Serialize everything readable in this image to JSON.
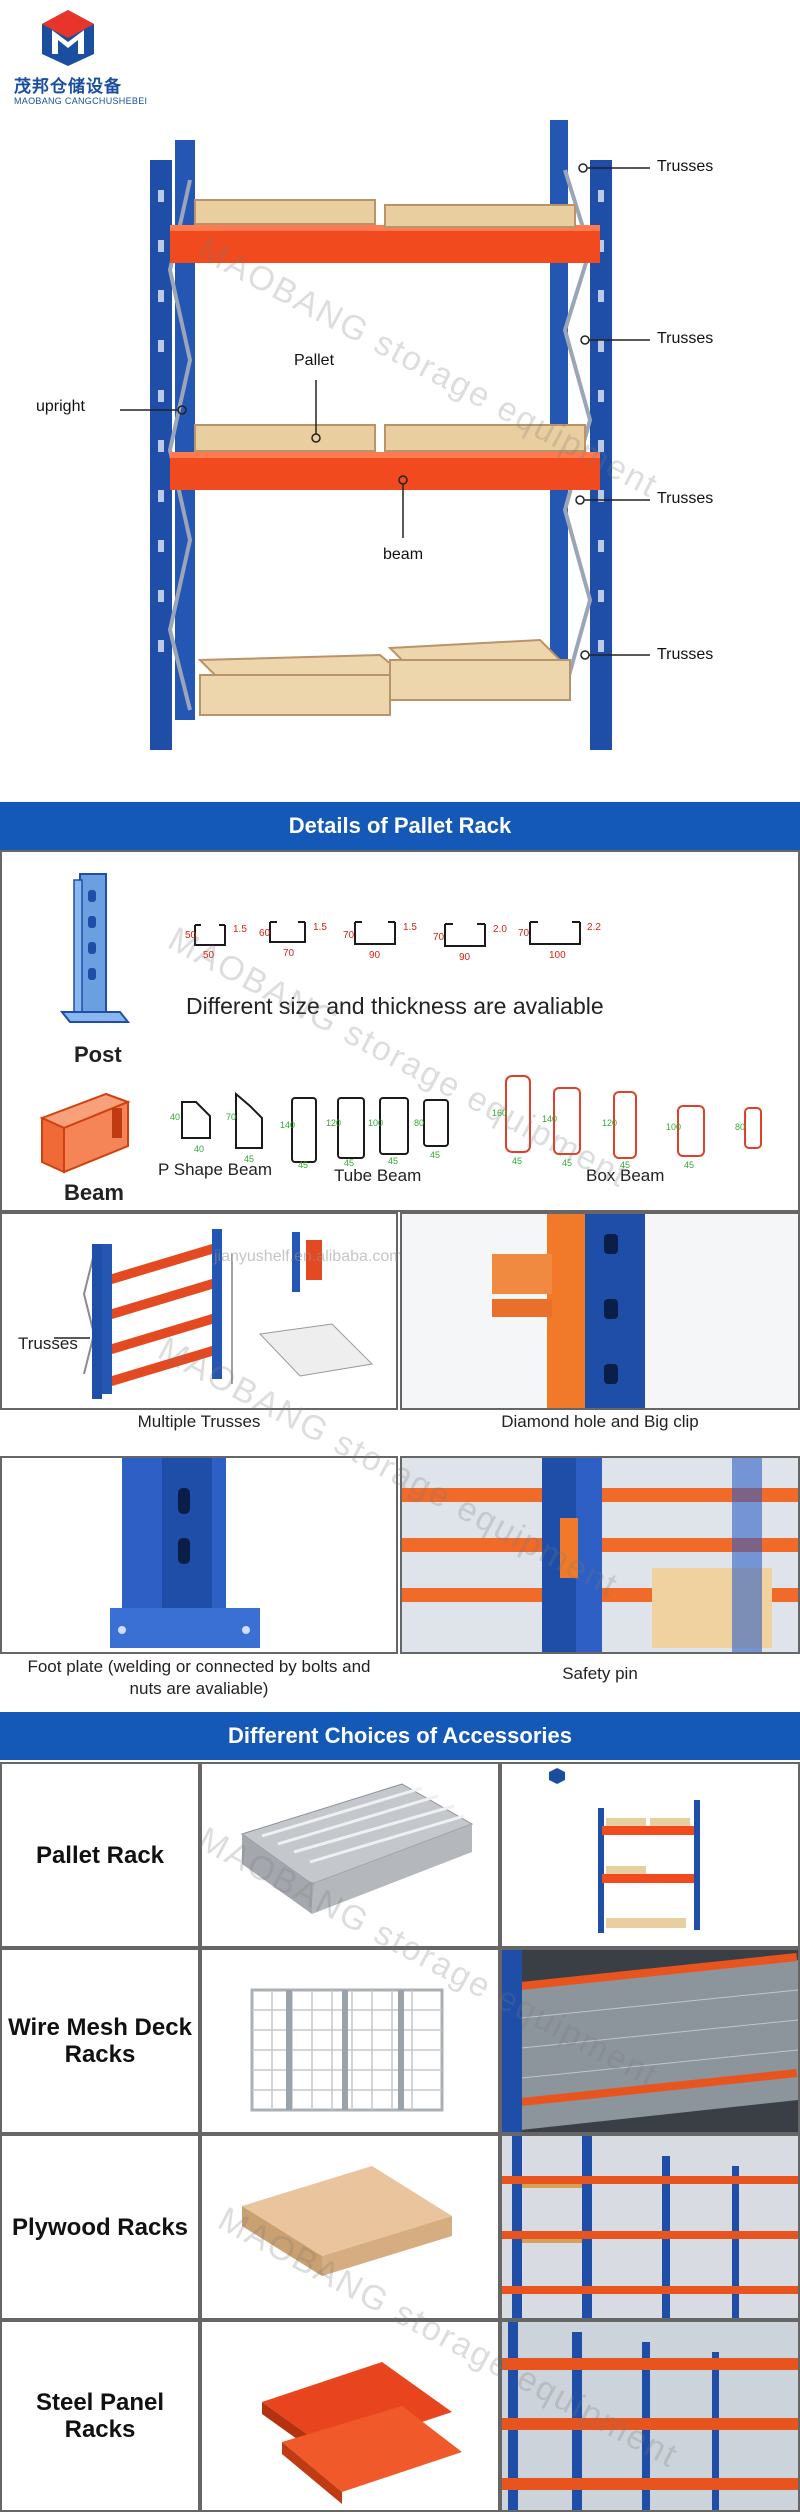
{
  "logo": {
    "chinese": "茂邦仓储设备",
    "english": "MAOBANG CANGCHUSHEBEI"
  },
  "hero": {
    "labels": {
      "upright": "upright",
      "pallet": "Pallet",
      "beam": "beam",
      "trusses": "Trusses"
    },
    "watermark": "MAOBANG storage equipment"
  },
  "details": {
    "heading": "Details of Pallet Rack",
    "post_label": "Post",
    "post_caption": "Different size and thickness are avaliable",
    "beam_label": "Beam",
    "beam_types": [
      "P Shape Beam",
      "Tube Beam",
      "Box Beam"
    ],
    "post_dims": [
      {
        "w": "50",
        "t": "1.5",
        "h": "50"
      },
      {
        "w": "70",
        "t": "1.5",
        "h": "60"
      },
      {
        "w": "90",
        "t": "1.5",
        "h": "70"
      },
      {
        "w": "90",
        "t": "2.0",
        "h": "70"
      },
      {
        "w": "100",
        "t": "2.2",
        "h": "70"
      }
    ],
    "watermark": "MAOBANG storage equipment"
  },
  "features": [
    {
      "caption": "Multiple Trusses",
      "callout": "Trusses",
      "watermark": "jianyushelf.en.alibaba.com"
    },
    {
      "caption": "Diamond hole and Big clip"
    },
    {
      "caption": "Foot plate (welding or connected by bolts and nuts are avaliable)"
    },
    {
      "caption": "Safety pin"
    }
  ],
  "accessories": {
    "heading": "Different Choices of Accessories",
    "items": [
      {
        "title": "Pallet Rack"
      },
      {
        "title": "Wire Mesh Deck Racks"
      },
      {
        "title": "Plywood Racks"
      },
      {
        "title": "Steel Panel Racks"
      }
    ],
    "watermark": "MAOBANG storage equipment"
  },
  "colors": {
    "accent_blue": "#1559b8",
    "rack_blue": "#2456b4",
    "beam_orange": "#f04a1e",
    "pallet_wood": "#e9cfa0"
  }
}
